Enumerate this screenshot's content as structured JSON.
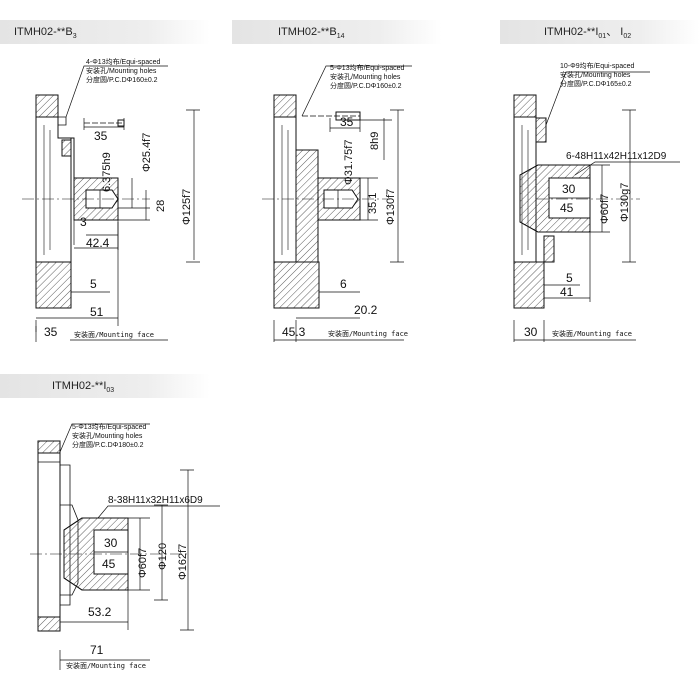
{
  "views": [
    {
      "title_main": "ITMH02-**B",
      "title_sub": "3",
      "note": [
        "4-Φ13均布/Equi-spaced",
        "安装孔/Mounting holes",
        "分度圆/P.C.DΦ160±0.2"
      ],
      "dims": [
        "35",
        "6.375h9",
        "Φ25.4f7",
        "28",
        "Φ125f7",
        "3",
        "42.4",
        "5",
        "51",
        "35"
      ],
      "face": "安装面/Mounting face"
    },
    {
      "title_main": "ITMH02-**B",
      "title_sub": "14",
      "note": [
        "5-Φ13均布/Equi-spaced",
        "安装孔/Mounting holes",
        "分度圆/P.C.DΦ160±0.2"
      ],
      "dims": [
        "35",
        "8h9",
        "Φ31.75f7",
        "35.1",
        "Φ130f7",
        "6",
        "20.2",
        "45.3"
      ],
      "face": "安装面/Mounting face"
    },
    {
      "title_main": "ITMH02-**I",
      "title_sub": "01",
      "title_sep": "、 I",
      "title_sub2": "02",
      "note": [
        "10-Φ9均布/Equi-spaced",
        "安装孔/Mounting holes",
        "分度圆/P.C.DΦ165±0.2"
      ],
      "spline": "6-48H11x42H11x12D9",
      "dims": [
        "30",
        "45",
        "Φ60f7",
        "Φ130g7",
        "5",
        "41",
        "30"
      ],
      "face": "安装面/Mounting face"
    },
    {
      "title_main": "ITMH02-**I",
      "title_sub": "03",
      "note": [
        "5-Φ13均布/Equi-spaced",
        "安装孔/Mounting holes",
        "分度圆/P.C.DΦ180±0.2"
      ],
      "spline": "8-38H11x32H11x6D9",
      "dims": [
        "30",
        "45",
        "Φ60f7",
        "Φ120",
        "Φ162f7",
        "53.2",
        "71"
      ],
      "face": "安装面/Mounting face"
    }
  ]
}
